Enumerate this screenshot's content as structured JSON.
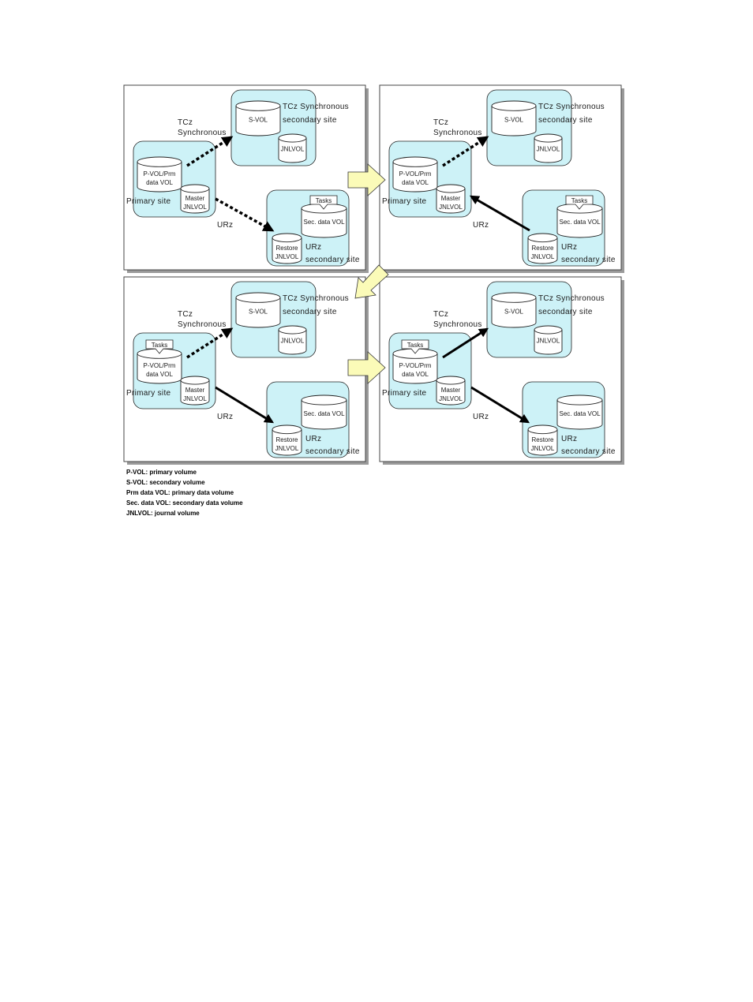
{
  "labels": {
    "tcz_synchronous_line1": "TCz",
    "tcz_synchronous_line2": "Synchronous",
    "tcz_secondary_line1": "TCz Synchronous",
    "tcz_secondary_line2": "secondary site",
    "primary_site": "Primary site",
    "urz": "URz",
    "urz_secondary_line1": "URz",
    "urz_secondary_line2": "secondary site",
    "s_vol": "S-VOL",
    "jnlvol": "JNLVOL",
    "pvol_line1": "P-VOL/Prm",
    "pvol_line2": "data VOL",
    "master_line1": "Master",
    "master_line2": "JNLVOL",
    "restore_line1": "Restore",
    "restore_line2": "JNLVOL",
    "sec_data_vol": "Sec. data VOL",
    "tasks": "Tasks"
  },
  "legend": [
    "P-VOL: primary volume",
    "S-VOL: secondary volume",
    "Prm data VOL: primary data volume",
    "Sec. data VOL: secondary data volume",
    "JNLVOL: journal volume"
  ]
}
